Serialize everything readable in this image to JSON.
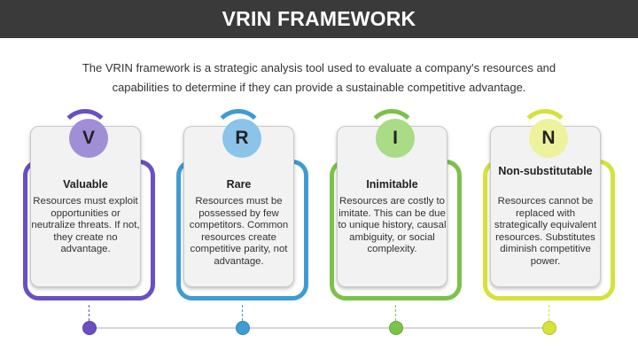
{
  "header": {
    "title": "VRIN FRAMEWORK"
  },
  "intro": {
    "line1": "The VRIN framework is a strategic analysis tool used to evaluate a company's resources and",
    "line2": "capabilities to determine if they can provide a sustainable competitive advantage."
  },
  "cards": [
    {
      "letter": "V",
      "title": "Valuable",
      "description": "Resources must exploit opportunities or neutralize threats. If not, they create no advantage.",
      "frame_color": "#6a4fc2",
      "circle_color": "#a08fd6"
    },
    {
      "letter": "R",
      "title": "Rare",
      "description": "Resources must be possessed by few competitors. Common resources create competitive parity, not advantage.",
      "frame_color": "#3f9bd3",
      "circle_color": "#8bc4e8"
    },
    {
      "letter": "I",
      "title": "Inimitable",
      "description": "Resources are costly to imitate. This can be due to unique history, causal ambiguity, or social complexity.",
      "frame_color": "#7cc24a",
      "circle_color": "#a9dc85"
    },
    {
      "letter": "N",
      "title": "Non-substitutable",
      "description": "Resources cannot be replaced with strategically equivalent resources. Substitutes diminish competitive power.",
      "frame_color": "#d5e23a",
      "circle_color": "#eef29e"
    }
  ]
}
